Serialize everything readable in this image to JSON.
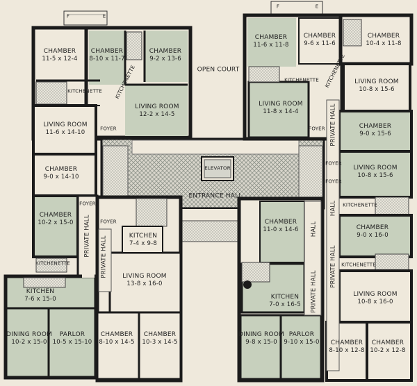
{
  "palette": {
    "paper": "#efe9dc",
    "room": "#c7d0bd",
    "wall": "#1b1b1b",
    "hatch": "#9aa090"
  },
  "labels": {
    "chamber": "CHAMBER",
    "living_room": "LIVING ROOM",
    "kitchen": "KITCHEN",
    "dining_room": "DINING ROOM",
    "parlor": "PARLOR",
    "kitchenette": "KITCHENETTE",
    "foyer": "FOYER",
    "private_hall": "PRIVATE HALL",
    "hall": "HALL",
    "open_court": "OPEN COURT",
    "elevator": "ELEVATOR",
    "entrance_hall": "ENTRANCE HALL",
    "f": "F",
    "e": "E"
  },
  "rooms": {
    "tl_chamber": "11-5 x 12-4",
    "tl_chamber_b": "8-10 x 11-7",
    "tl_chamber_c": "9-2 x 13-6",
    "tl_living": "12-2 x 14-5",
    "l_living": "11-6 x 14-10",
    "l_chamber": "9-0 x 14-10",
    "l_chamber2": "10-2 x 15-0",
    "l_kitchen": "7-6 x 15-0",
    "l_dining": "10-2 x 15-0",
    "l_parlor": "10-5 x 15-10",
    "c_kitchen": "7-4 x 9-8",
    "c_living": "13-8 x 16-0",
    "c_chamber1": "8-10 x 14-5",
    "c_chamber2": "10-3 x 14-5",
    "tr_chamber1": "11-6 x 11-8",
    "tr_chamber2": "9-6 x 11-6",
    "tr_chamber3": "10-4 x 11-8",
    "tr_living_l": "11-8 x 14-4",
    "tr_living_r": "10-8 x 15-6",
    "r_chamber": "9-0 x 15-6",
    "r_living": "10-8 x 15-6",
    "r_chamber2": "9-0 x 16-0",
    "r_living2": "10-8 x 16-0",
    "r_chamber3": "8-10 x 12-8",
    "r_chamber4": "10-2 x 12-8",
    "m_chamber": "11-0 x 14-6",
    "m_kitchen": "7-0 x 16-5",
    "m_dining": "9-8 x 15-0",
    "m_parlor": "9-10 x 15-0"
  }
}
